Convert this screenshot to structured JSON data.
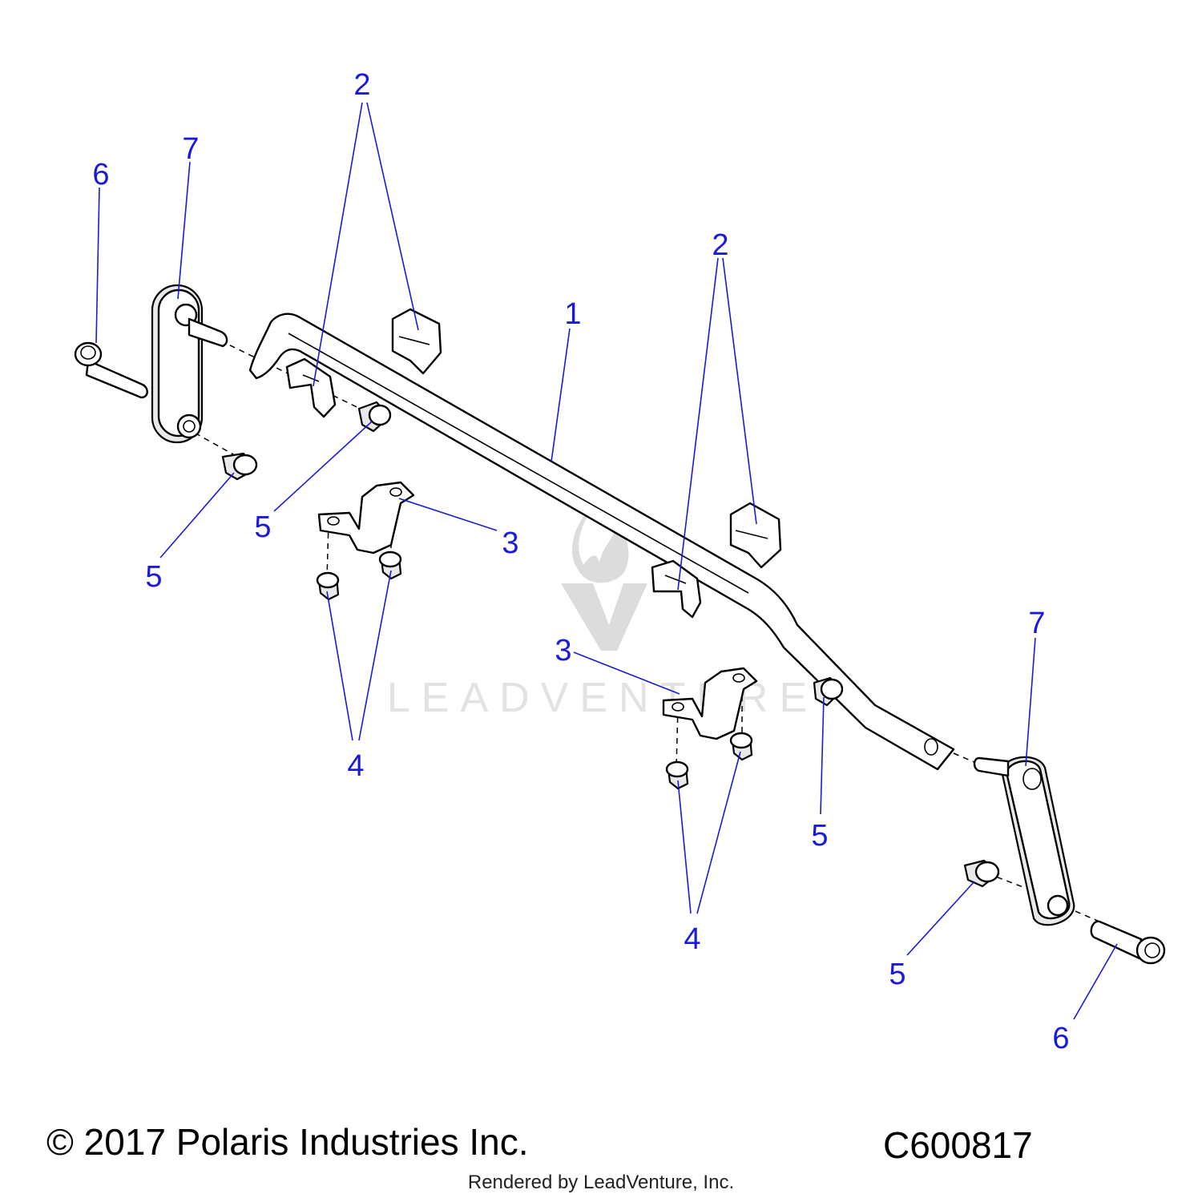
{
  "callouts": [
    {
      "id": "c2a",
      "label": "2"
    },
    {
      "id": "c7a",
      "label": "7"
    },
    {
      "id": "c6a",
      "label": "6"
    },
    {
      "id": "c2b",
      "label": "2"
    },
    {
      "id": "c1",
      "label": "1"
    },
    {
      "id": "c5a",
      "label": "5"
    },
    {
      "id": "c5b",
      "label": "5"
    },
    {
      "id": "c3a",
      "label": "3"
    },
    {
      "id": "c4a",
      "label": "4"
    },
    {
      "id": "c7b",
      "label": "7"
    },
    {
      "id": "c3b",
      "label": "3"
    },
    {
      "id": "c5c",
      "label": "5"
    },
    {
      "id": "c4b",
      "label": "4"
    },
    {
      "id": "c5d",
      "label": "5"
    },
    {
      "id": "c6b",
      "label": "6"
    }
  ],
  "watermark": {
    "brand": "LEADVENTURE"
  },
  "footer": {
    "copyright": "© 2017 Polaris Industries Inc.",
    "figure_code": "C600817",
    "rendered_by": "Rendered by LeadVenture, Inc."
  },
  "colors": {
    "callout": "#1a1adb",
    "line": "#000000",
    "watermark": "#dcdcdc"
  }
}
